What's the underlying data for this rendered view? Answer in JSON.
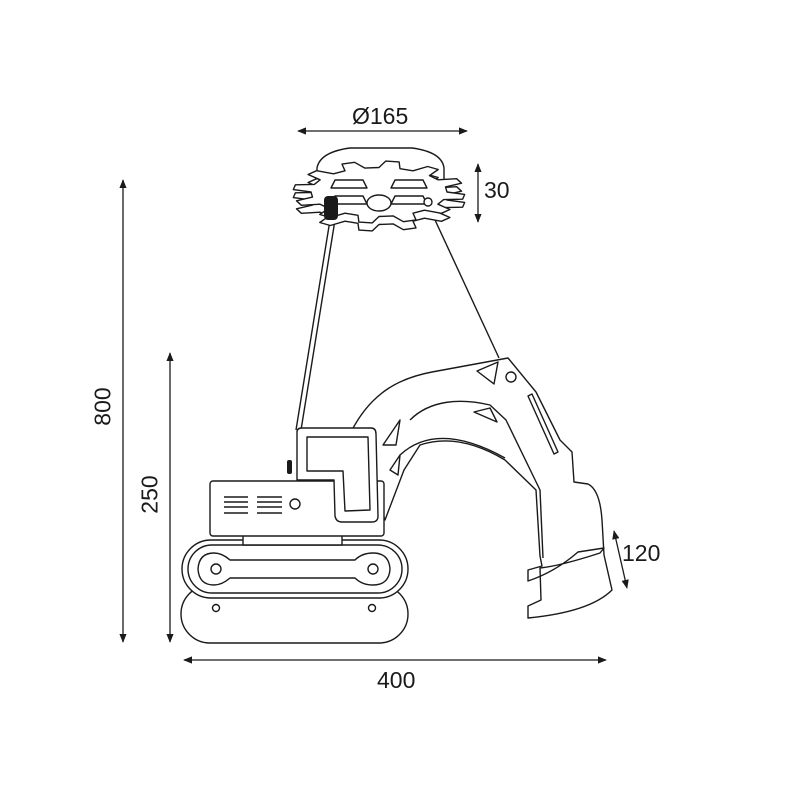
{
  "title": "Excavator pendant lamp dimension drawing",
  "dimensions": {
    "canopy_diameter": "Ø165",
    "canopy_height": "30",
    "total_height": "800",
    "body_height": "250",
    "total_width": "400",
    "bucket_height": "120"
  },
  "line_color": "#1a1a1a"
}
